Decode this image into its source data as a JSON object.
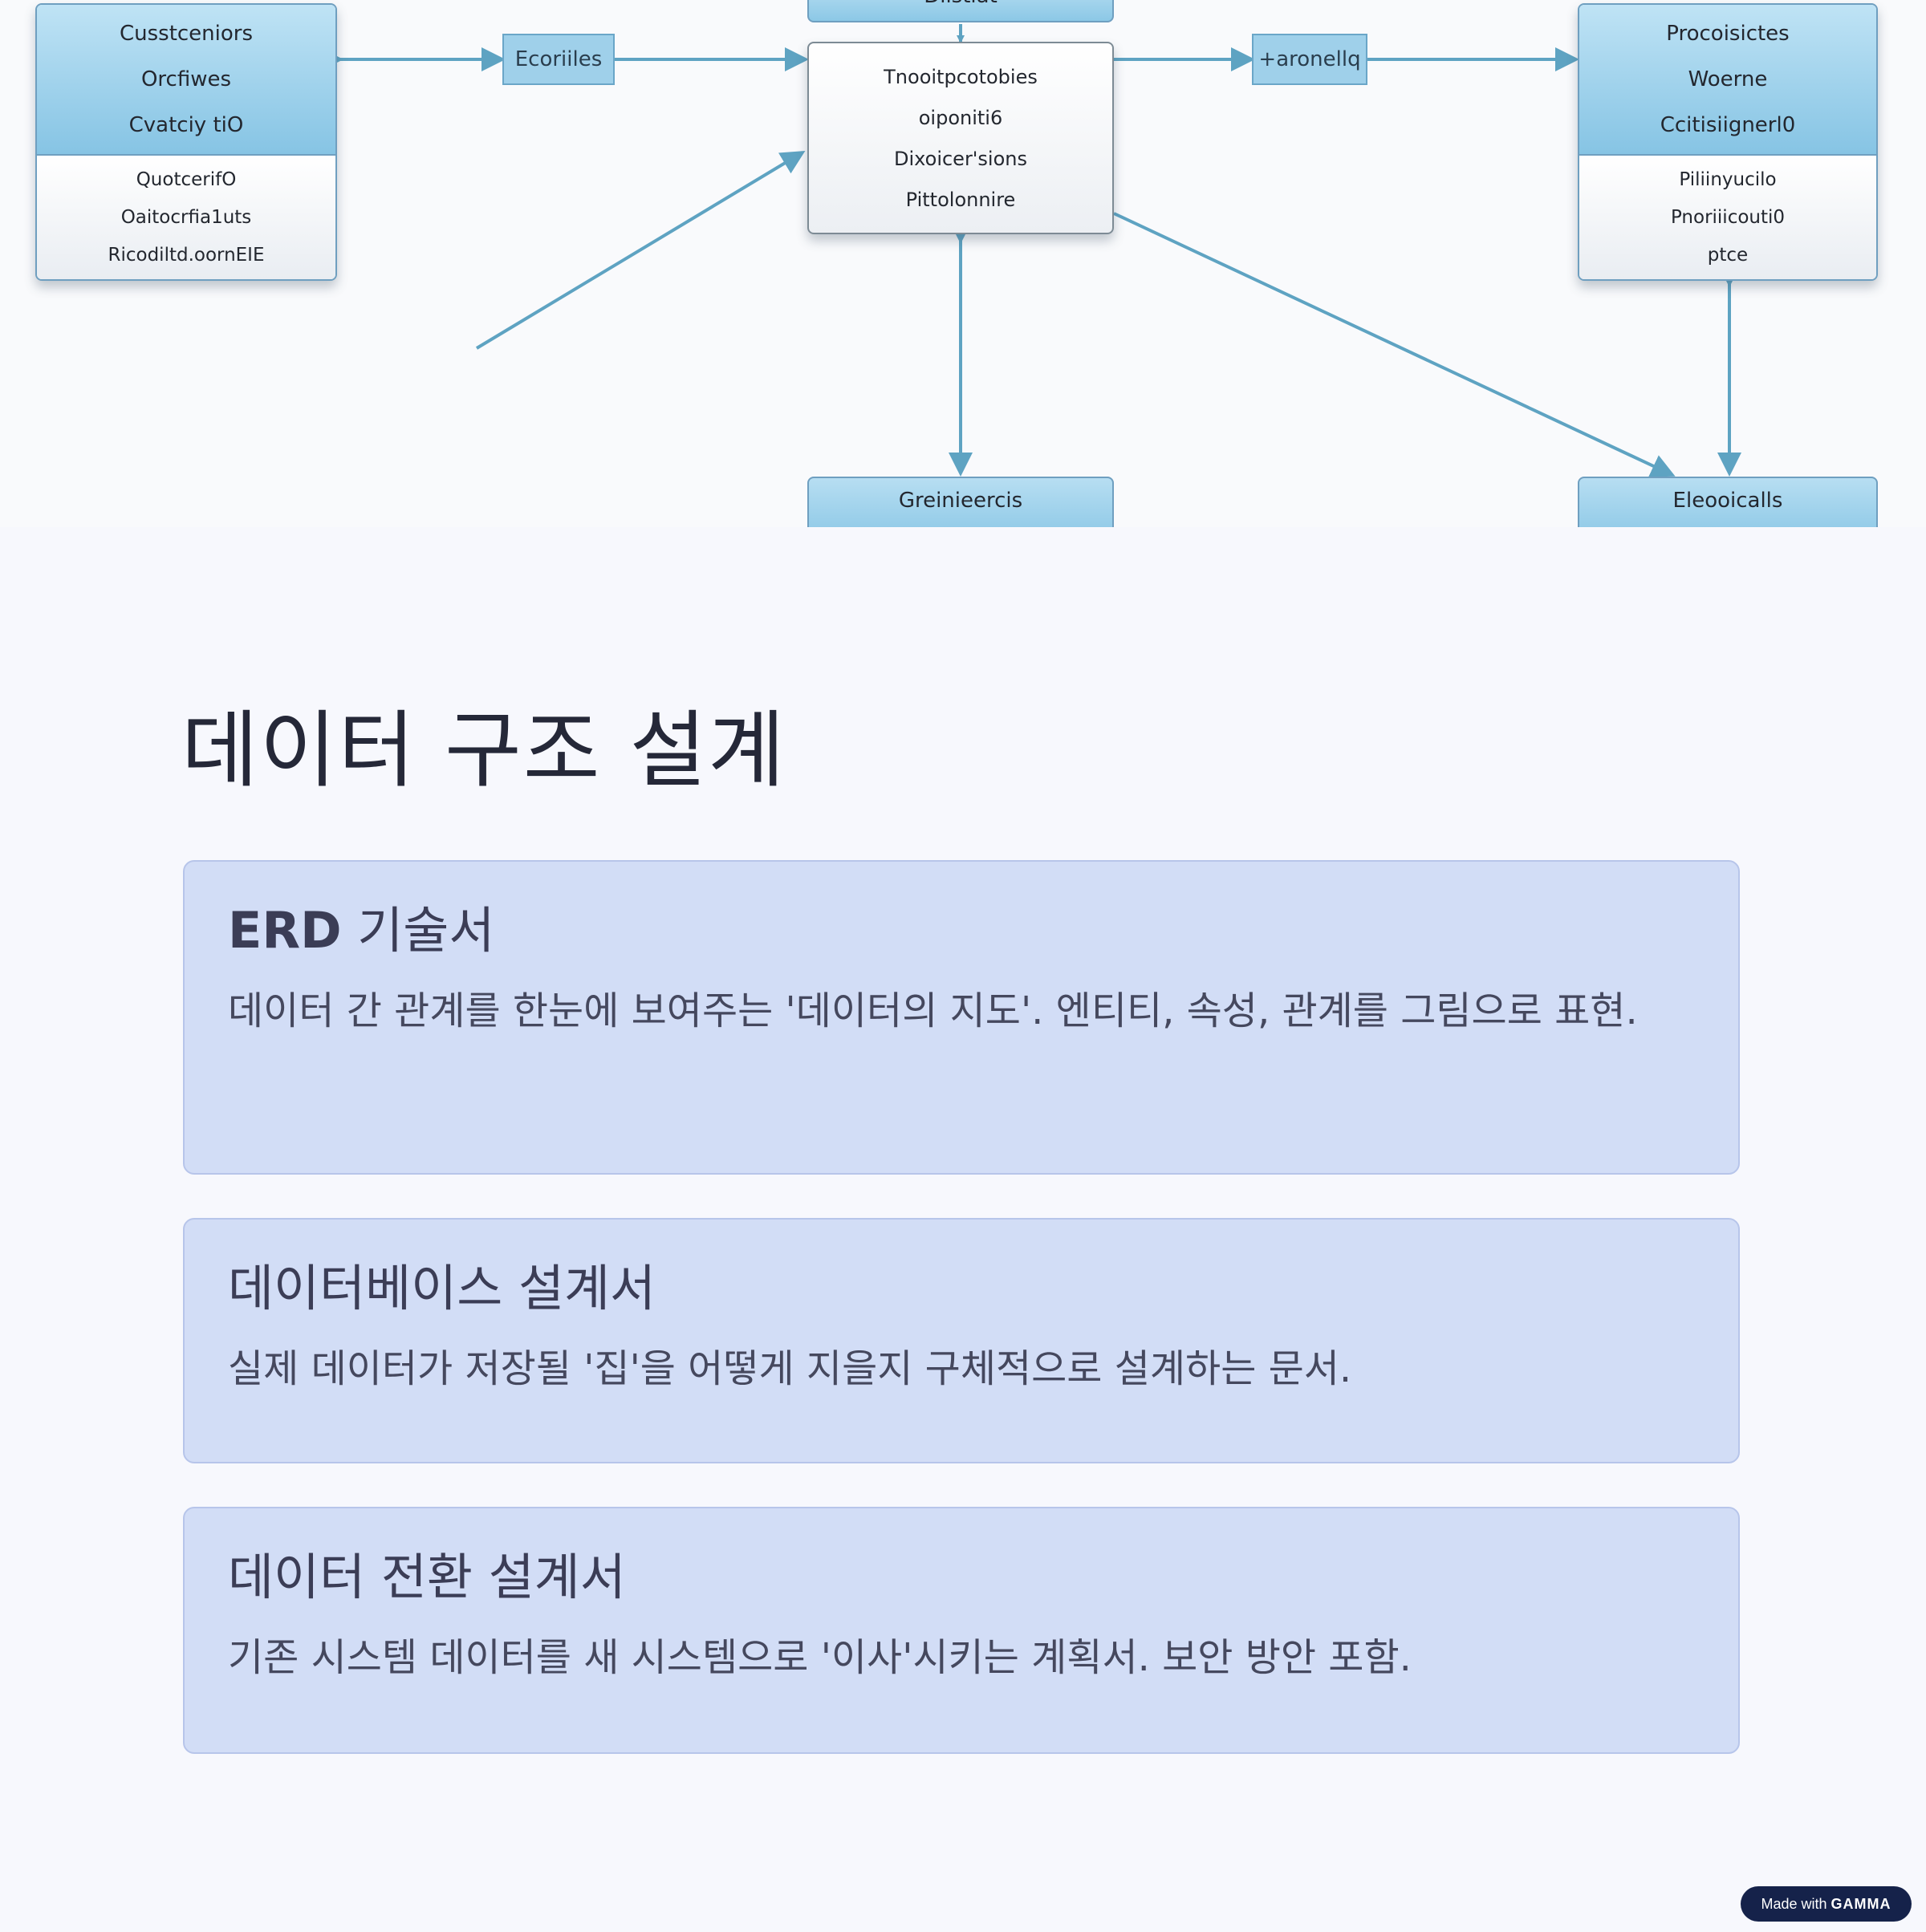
{
  "diagram": {
    "customer_entity": {
      "header": [
        "Cusstceniors",
        "Orcfiwes",
        "Cvatciy tiO"
      ],
      "fields": [
        "QuotcerifO",
        "Oaitocrfia1uts",
        "Ricodiltd.oornEIE"
      ]
    },
    "center_entity": {
      "lines": [
        "Tnooitpcotobies",
        "oiponiti6",
        "Dixoicer'sions",
        "Pittolonnire"
      ]
    },
    "product_entity": {
      "header": [
        "Procoisictes",
        "Woerne",
        "Ccitisiignerl0"
      ],
      "fields": [
        "Piliinyucilo",
        "Pnoriiicouti0",
        "ptce"
      ]
    },
    "relation_left": "Ecoriiles",
    "relation_right": "+aronellq",
    "top_stub": "Diistiat",
    "bottom_center": "Greinieercis",
    "bottom_right": "Eleooicalls"
  },
  "page": {
    "title": "데이터 구조 설계"
  },
  "cards": [
    {
      "title_strong": "ERD",
      "title_rest": " 기술서",
      "body": "데이터 간 관계를 한눈에 보여주는 '데이터의 지도'. 엔티티, 속성, 관계를 그림으로 표현."
    },
    {
      "title_strong": "",
      "title_rest": "데이터베이스 설계서",
      "body": "실제 데이터가 저장될 '집'을 어떻게 지을지 구체적으로 설계하는 문서."
    },
    {
      "title_strong": "",
      "title_rest": "데이터 전환 설계서",
      "body": "기존 시스템 데이터를 새 시스템으로 '이사'시키는 계획서. 보안 방안 포함."
    }
  ],
  "badge": {
    "prefix": "Made with",
    "brand": "GAMMA"
  },
  "colors": {
    "page_bg": "#f7f8fd",
    "card_bg": "#d2ddf6",
    "connector": "#5ea3c2",
    "entity_header": "#9fd0ea"
  }
}
